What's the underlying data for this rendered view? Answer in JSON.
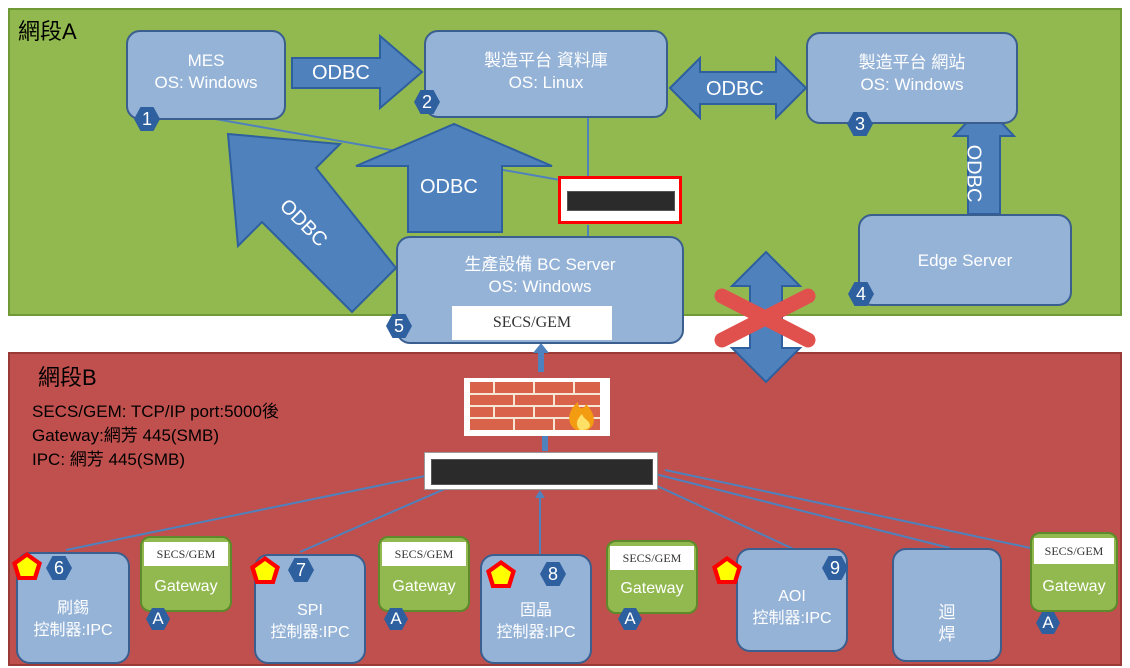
{
  "zones": {
    "a_label": "網段A",
    "b_label": "網段B"
  },
  "mes": {
    "title": "MES",
    "os": "OS: Windows",
    "badge": "1"
  },
  "db": {
    "title": "製造平台 資料庫",
    "os": "OS: Linux",
    "badge": "2"
  },
  "web": {
    "title": "製造平台 網站",
    "os": "OS: Windows",
    "badge": "3"
  },
  "edge": {
    "title": "Edge Server",
    "badge": "4"
  },
  "bc": {
    "title": "生產設備 BC Server",
    "os": "OS: Windows",
    "badge": "5",
    "protocol": "SECS/GEM"
  },
  "arrows": {
    "mes_db": "ODBC",
    "db_web": "ODBC",
    "edge_web": "ODBC",
    "bc_db": "ODBC",
    "bc_mes": "ODBC"
  },
  "info": [
    "SECS/GEM: TCP/IP port:5000後",
    "Gateway:網芳 445(SMB)",
    "IPC: 網芳 445(SMB)"
  ],
  "devices": [
    {
      "name": "刷錫",
      "ctrl": "控制器:IPC",
      "badge": "6"
    },
    {
      "name": "SPI",
      "ctrl": "控制器:IPC",
      "badge": "7"
    },
    {
      "name": "固晶",
      "ctrl": "控制器:IPC",
      "badge": "8"
    },
    {
      "name": "AOI",
      "ctrl": "控制器:IPC",
      "badge": "9"
    },
    {
      "name": "迴\n焊",
      "ctrl": "",
      "badge": ""
    }
  ],
  "gateways": [
    {
      "label": "Gateway",
      "protocol": "SECS/GEM",
      "badge": "A"
    },
    {
      "label": "Gateway",
      "protocol": "SECS/GEM",
      "badge": "A"
    },
    {
      "label": "Gateway",
      "protocol": "SECS/GEM",
      "badge": "A"
    },
    {
      "label": "Gateway",
      "protocol": "SECS/GEM",
      "badge": "A"
    }
  ],
  "colors": {
    "zone_a": "#92b94f",
    "zone_b": "#c0504d",
    "box": "#95b3d7",
    "arrow": "#4f81bd",
    "badge": "#2e5f9e",
    "cross": "#e0504d"
  }
}
